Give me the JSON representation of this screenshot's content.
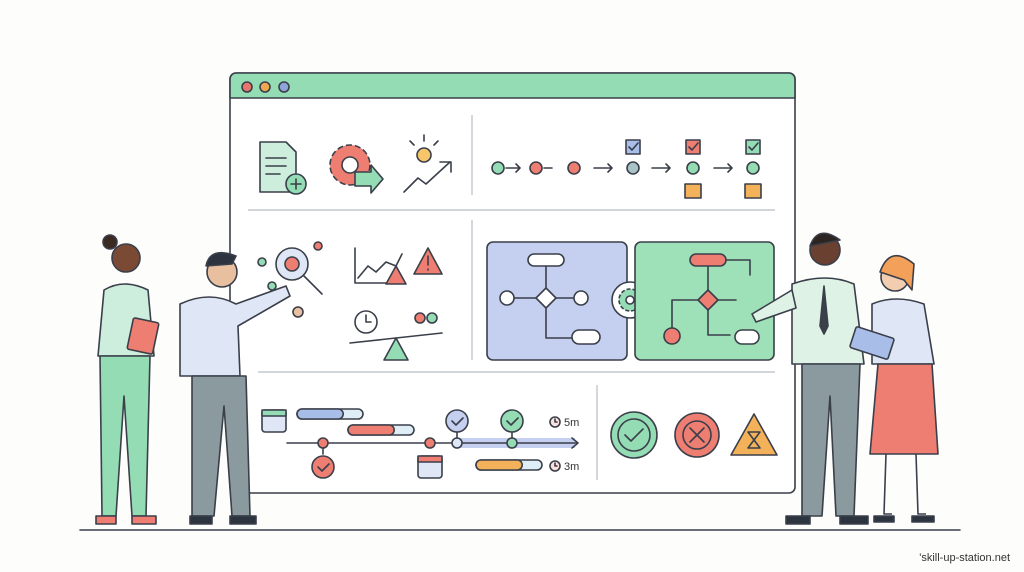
{
  "board": {
    "window_dots": [
      "#e8756b",
      "#f0a850",
      "#8fa5d8"
    ],
    "title_bar_color": "#94dcb4",
    "timeline": {
      "durations": [
        "5m",
        "3m"
      ],
      "progress": [
        {
          "color": "#a8bde8",
          "fraction": 0.7
        },
        {
          "color": "#ee7e72",
          "fraction": 0.7
        },
        {
          "color": "#f3b25a",
          "fraction": 0.7
        }
      ]
    },
    "status_icons": [
      "check-circle-icon",
      "x-circle-icon",
      "hourglass-warning-icon"
    ]
  },
  "watermark": "'skill-up-station.net"
}
